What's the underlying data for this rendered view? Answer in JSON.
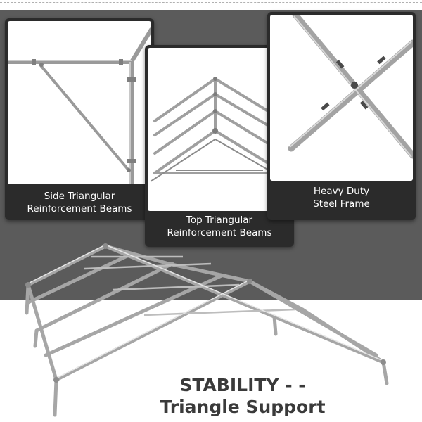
{
  "cards": [
    {
      "caption_line1": "Side Triangular",
      "caption_line2": "Reinforcement Beams"
    },
    {
      "caption_line1": "Top Triangular",
      "caption_line2": "Reinforcement Beams"
    },
    {
      "caption_line1": "Heavy Duty",
      "caption_line2": "Steel Frame"
    }
  ],
  "headline": {
    "line1": "STABILITY - -",
    "line2": "Triangle Support"
  },
  "colors": {
    "band": "#5b5b5b",
    "card": "#2b2b2b",
    "pipe": "#a9a9a9",
    "headline": "#3a3a3a"
  }
}
